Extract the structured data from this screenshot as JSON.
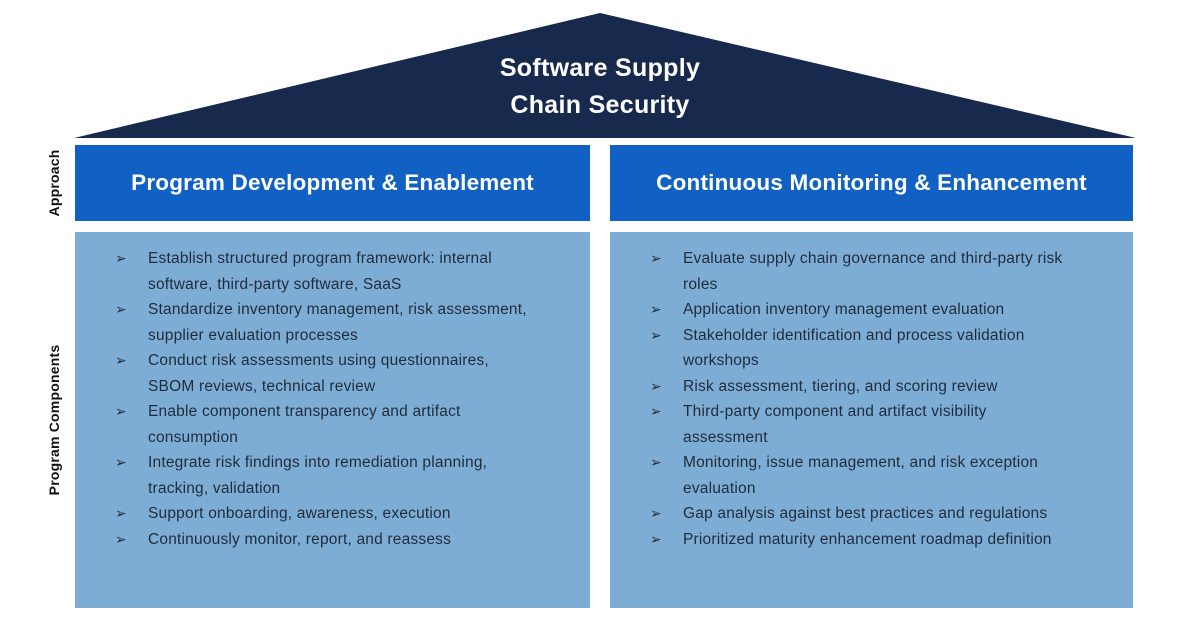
{
  "title": {
    "lines": [
      "Software Supply",
      "Chain Security"
    ]
  },
  "side_labels": {
    "approach": "Approach",
    "program_components": "Program Components"
  },
  "columns": [
    {
      "header": "Program Development & Enablement",
      "items": [
        "Establish structured program framework: internal software, third-party software, SaaS",
        "Standardize inventory management, risk assessment, supplier evaluation processes",
        "Conduct risk assessments using questionnaires, SBOM reviews, technical review",
        "Enable component transparency and artifact consumption",
        "Integrate risk findings into remediation planning, tracking, validation",
        "Support onboarding, awareness, execution",
        "Continuously monitor, report, and reassess"
      ]
    },
    {
      "header": "Continuous Monitoring & Enhancement",
      "items": [
        "Evaluate supply chain governance and third-party risk roles",
        "Application inventory management evaluation",
        "Stakeholder identification and process validation workshops",
        "Risk assessment, tiering, and scoring review",
        "Third-party component and artifact visibility assessment",
        "Monitoring, issue management, and risk exception evaluation",
        "Gap analysis against best practices and regulations",
        "Prioritized maturity enhancement roadmap definition"
      ]
    }
  ],
  "bullet_glyph": "➢",
  "colors": {
    "roof_navy": "#18294E",
    "header_blue": "#1161C5",
    "panel_blue": "#7DADD5",
    "text_dark": "#1F2C3B"
  }
}
